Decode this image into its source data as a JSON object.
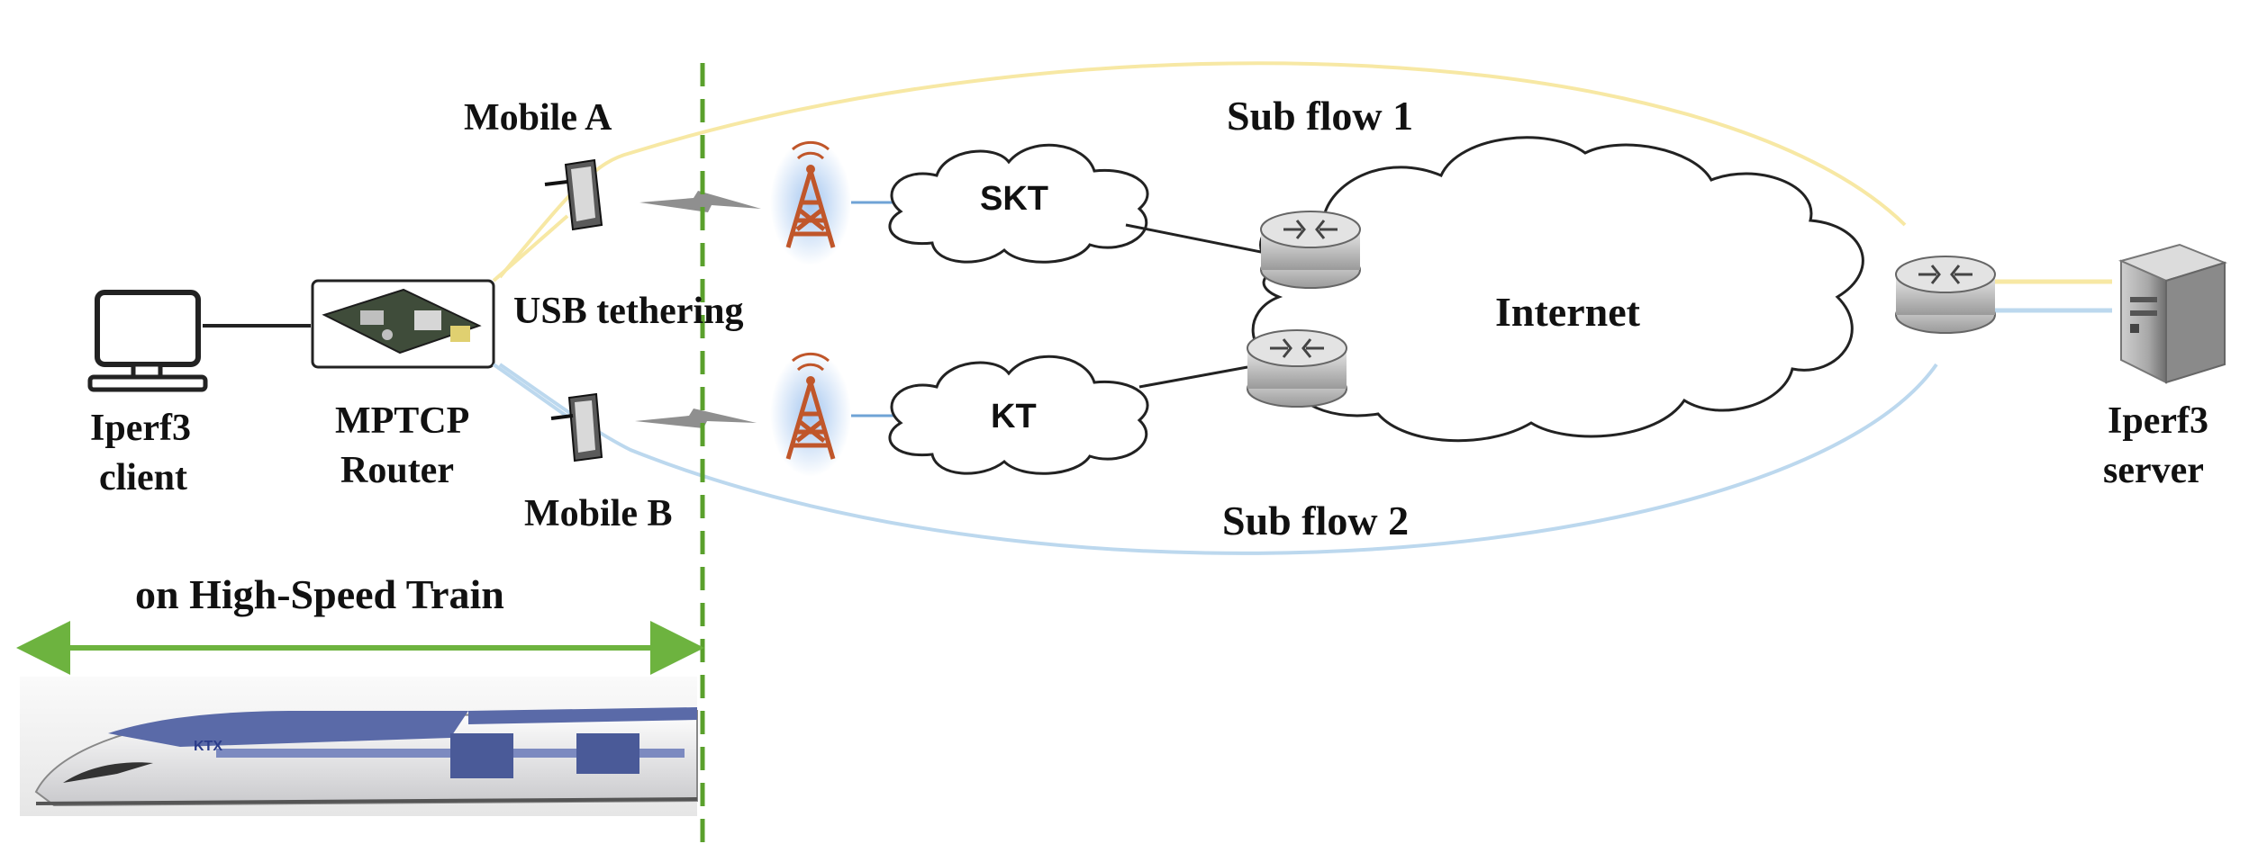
{
  "labels": {
    "mobile_a": "Mobile A",
    "mobile_b": "Mobile B",
    "usb_tethering": "USB tethering",
    "mptcp_router_line1": "MPTCP",
    "mptcp_router_line2": "Router",
    "client_line1": "Iperf3",
    "client_line2": "client",
    "server_line1": "Iperf3",
    "server_line2": "server",
    "sub_flow_1": "Sub flow 1",
    "sub_flow_2": "Sub flow 2",
    "skt": "SKT",
    "kt": "KT",
    "internet": "Internet",
    "train_caption": "on High-Speed Train",
    "train_logo": "KTX"
  },
  "colors": {
    "sub_flow_1": "#f7e8a4",
    "sub_flow_2": "#bcd8ee",
    "train_boundary": "#5aa02c",
    "train_arrow": "#6db33f",
    "link": "#222222",
    "tower": "#c0562a",
    "tower_glow": "#9fc3ef"
  },
  "icons": {
    "client": "desktop-computer-icon",
    "router": "raspberry-pi-board-icon",
    "mobile": "mobile-phone-icon",
    "tower": "cell-tower-icon",
    "net_router": "network-router-icon",
    "server": "server-tower-icon"
  }
}
